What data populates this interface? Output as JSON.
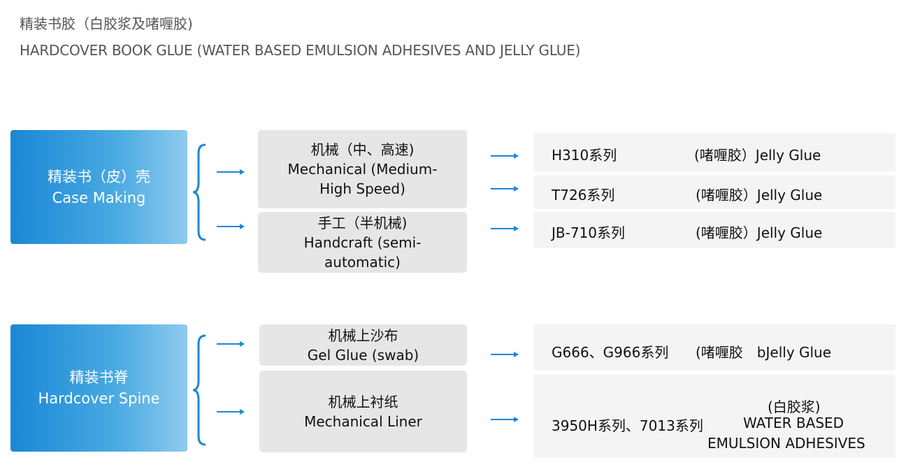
{
  "header": {
    "title_cn": "精装书胶（白胶浆及啫喱胶)",
    "title_en": "HARDCOVER BOOK GLUE (WATER BASED EMULSION ADHESIVES AND JELLY GLUE)"
  },
  "case_making": {
    "label_cn": "精装书（皮）壳",
    "label_en": "Case Making",
    "methods": [
      {
        "line1": "机械（中、高速)",
        "line2": "Mechanical (Medium-",
        "line3": "High Speed)"
      },
      {
        "line1": "手工（半机械)",
        "line2": "Handcraft (semi-",
        "line3": "automatic)"
      }
    ],
    "products": [
      {
        "code": "H310系列",
        "type": "(啫喱胶）Jelly Glue"
      },
      {
        "code": "T726系列",
        "type": "(啫喱胶）Jelly Glue"
      },
      {
        "code": "JB-710系列",
        "type": "(啫喱胶）Jelly Glue"
      }
    ]
  },
  "spine": {
    "label_cn": "精装书脊",
    "label_en": "Hardcover Spine",
    "methods": [
      {
        "line1": "机械上沙布",
        "line2": "Gel Glue (swab)"
      },
      {
        "line1": "机械上衬纸",
        "line2": "Mechanical Liner"
      }
    ],
    "products": [
      {
        "code": "G666、G966系列",
        "type": "(啫喱胶　bJelly Glue"
      },
      {
        "code": "3950H系列、7013系列",
        "type_line1": "(白胶浆)",
        "type_line2": "WATER BASED",
        "type_line3": "EMULSION  ADHESIVES"
      }
    ]
  },
  "colors": {
    "primary_blue": "#1a87d6",
    "light_blue": "#8fcbee",
    "method_gray": "#e6e6e6",
    "product_gray": "#f4f4f4"
  }
}
